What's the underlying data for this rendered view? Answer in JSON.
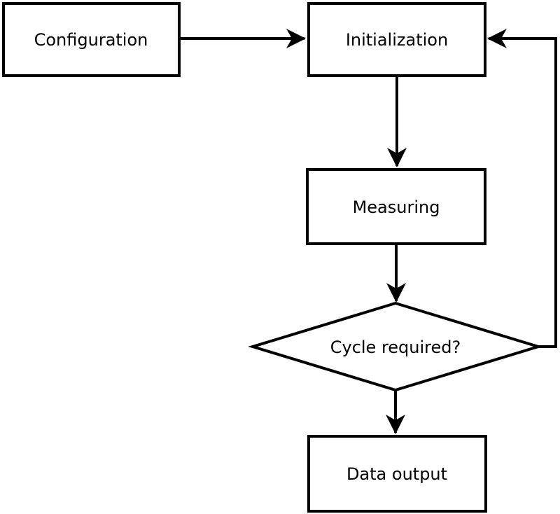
{
  "diagram": {
    "type": "flowchart",
    "background_color": "#ffffff",
    "line_color": "#000000",
    "text_color": "#000000",
    "node_fill_color": "#ffffff",
    "nodes": {
      "configuration": {
        "label": "Configuration",
        "shape": "rectangle"
      },
      "initialization": {
        "label": "Initialization",
        "shape": "rectangle"
      },
      "measuring": {
        "label": "Measuring",
        "shape": "rectangle"
      },
      "cycle_required": {
        "label": "Cycle required?",
        "shape": "diamond"
      },
      "data_output": {
        "label": "Data output",
        "shape": "rectangle"
      }
    },
    "edges": [
      {
        "from": "configuration",
        "to": "initialization",
        "style": "arrow"
      },
      {
        "from": "initialization",
        "to": "measuring",
        "style": "arrow"
      },
      {
        "from": "measuring",
        "to": "cycle_required",
        "style": "arrow"
      },
      {
        "from": "cycle_required",
        "to": "data_output",
        "style": "arrow"
      },
      {
        "from": "cycle_required",
        "to": "initialization",
        "style": "arrow",
        "kind": "feedback-loop"
      }
    ]
  }
}
